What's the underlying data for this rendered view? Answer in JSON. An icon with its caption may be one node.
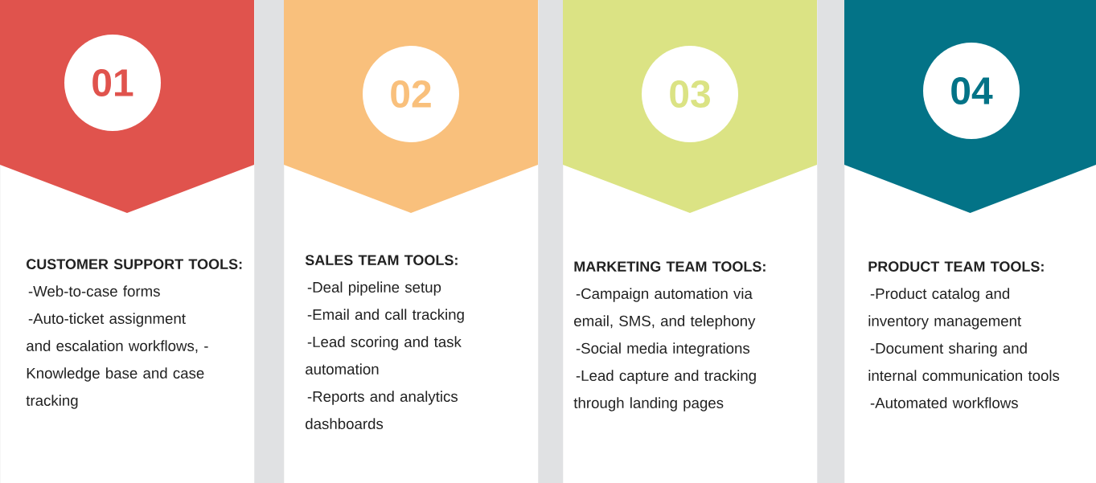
{
  "diagram": {
    "nodes": [
      {
        "text": [
          "CUSTOMER SUPPORT TOOLS:",
          "-Web-to-case forms",
          "-Auto-ticket assignment and escalation workflows, - Knowledge base and case tracking"
        ]
      },
      {
        "text": [
          "01"
        ],
        "in": 0
      },
      {
        "text": [
          "SALES TEAM TOOLS:",
          "-Deal pipeline setup",
          "-Email and call tracking",
          "-Lead scoring and task automation",
          "-Reports and analytics dashboards"
        ]
      },
      {
        "text": [
          "02"
        ],
        "in": 2
      },
      {
        "text": [
          "MARKETING TEAM TOOLS:",
          "-Campaign automation via email, SMS, and telephony",
          "-Social media integrations",
          "-Lead capture and tracking through landing pages"
        ]
      },
      {
        "text": [
          "03"
        ],
        "in": 4
      },
      {
        "text": [
          "PRODUCT TEAM TOOLS:",
          "-Product catalog and inventory management",
          "-Document sharing and internal communication tools",
          "-Automated workflows"
        ]
      },
      {
        "text": [
          "04"
        ],
        "in": 6
      }
    ],
    "edges": []
  }
}
